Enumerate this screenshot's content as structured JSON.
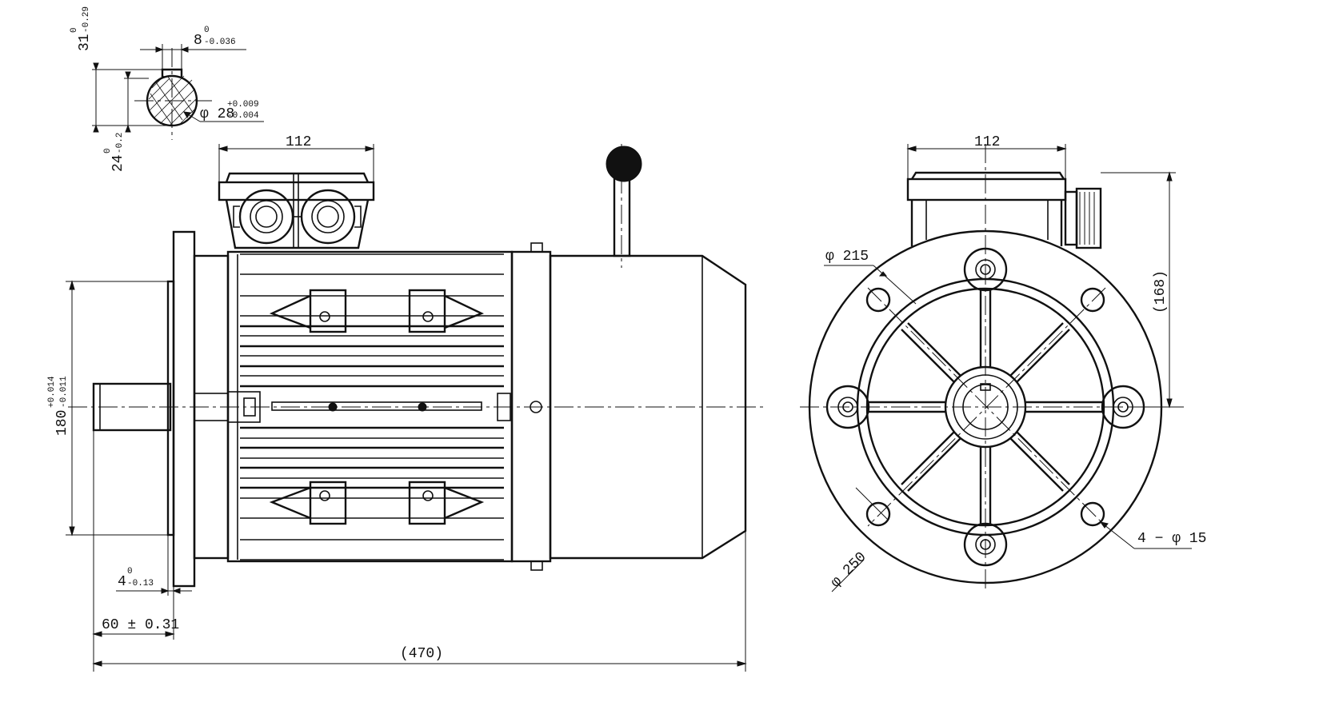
{
  "drawing": {
    "colors": {
      "line": "#111111",
      "background": "#ffffff"
    },
    "shaft_section": {
      "key_width": {
        "nominal": "8",
        "upper": "0",
        "lower": "-0.036"
      },
      "key_height": {
        "nominal": "31",
        "upper": "0",
        "lower": "-0.29"
      },
      "keyway_depth": {
        "nominal": "24",
        "upper": "0",
        "lower": "-0.2"
      },
      "shaft_diameter": {
        "nominal": "φ 28",
        "upper": "+0.009",
        "lower": "-0.004"
      }
    },
    "side_view": {
      "terminal_box_width": "112",
      "center_height": {
        "nominal": "180",
        "upper": "+0.014",
        "lower": "-0.011"
      },
      "flange_spigot": {
        "nominal": "4",
        "upper": "0",
        "lower": "-0.13"
      },
      "shaft_length": "60 ± 0.31",
      "overall_length": "(470)"
    },
    "end_view": {
      "terminal_box_width": "112",
      "pcd": "φ 215",
      "flange_diameter": "φ 250",
      "box_height": "(168)",
      "holes": "4 − φ 15"
    }
  }
}
